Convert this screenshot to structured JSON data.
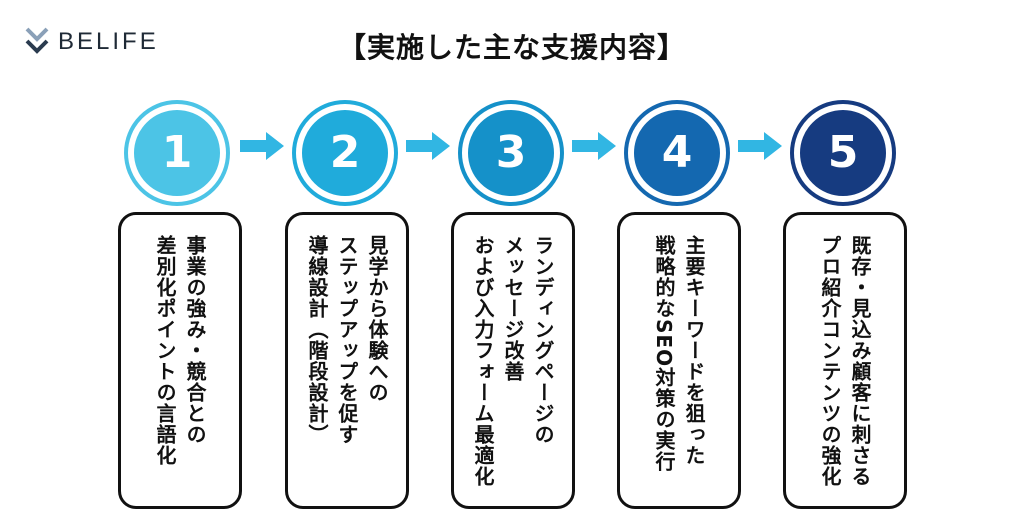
{
  "brand": {
    "name": "BELIFE",
    "logo_icon": "double-chevron-down-icon",
    "logo_color": "#8aa0b8"
  },
  "title": "【実施した主な支援内容】",
  "steps": [
    {
      "number": "1",
      "text": "事業の強み・競合との\n差別化ポイントの言語化",
      "color": "#4cc4e6"
    },
    {
      "number": "2",
      "text": "見学から体験への\nステップアップを促す\n導線設計（階段設計）",
      "color": "#20abdb"
    },
    {
      "number": "3",
      "text": "ランディングページの\nメッセージ改善\nおよび入力フォーム最適化",
      "color": "#1591c9"
    },
    {
      "number": "4",
      "text": "主要キーワードを狙った\n戦略的なSEO対策の実行",
      "color": "#1468b0"
    },
    {
      "number": "5",
      "text": "既存・見込み顧客に刺さる\nプロ紹介コンテンツの強化",
      "color": "#163b80"
    }
  ],
  "arrow_color": "#31b6e3"
}
